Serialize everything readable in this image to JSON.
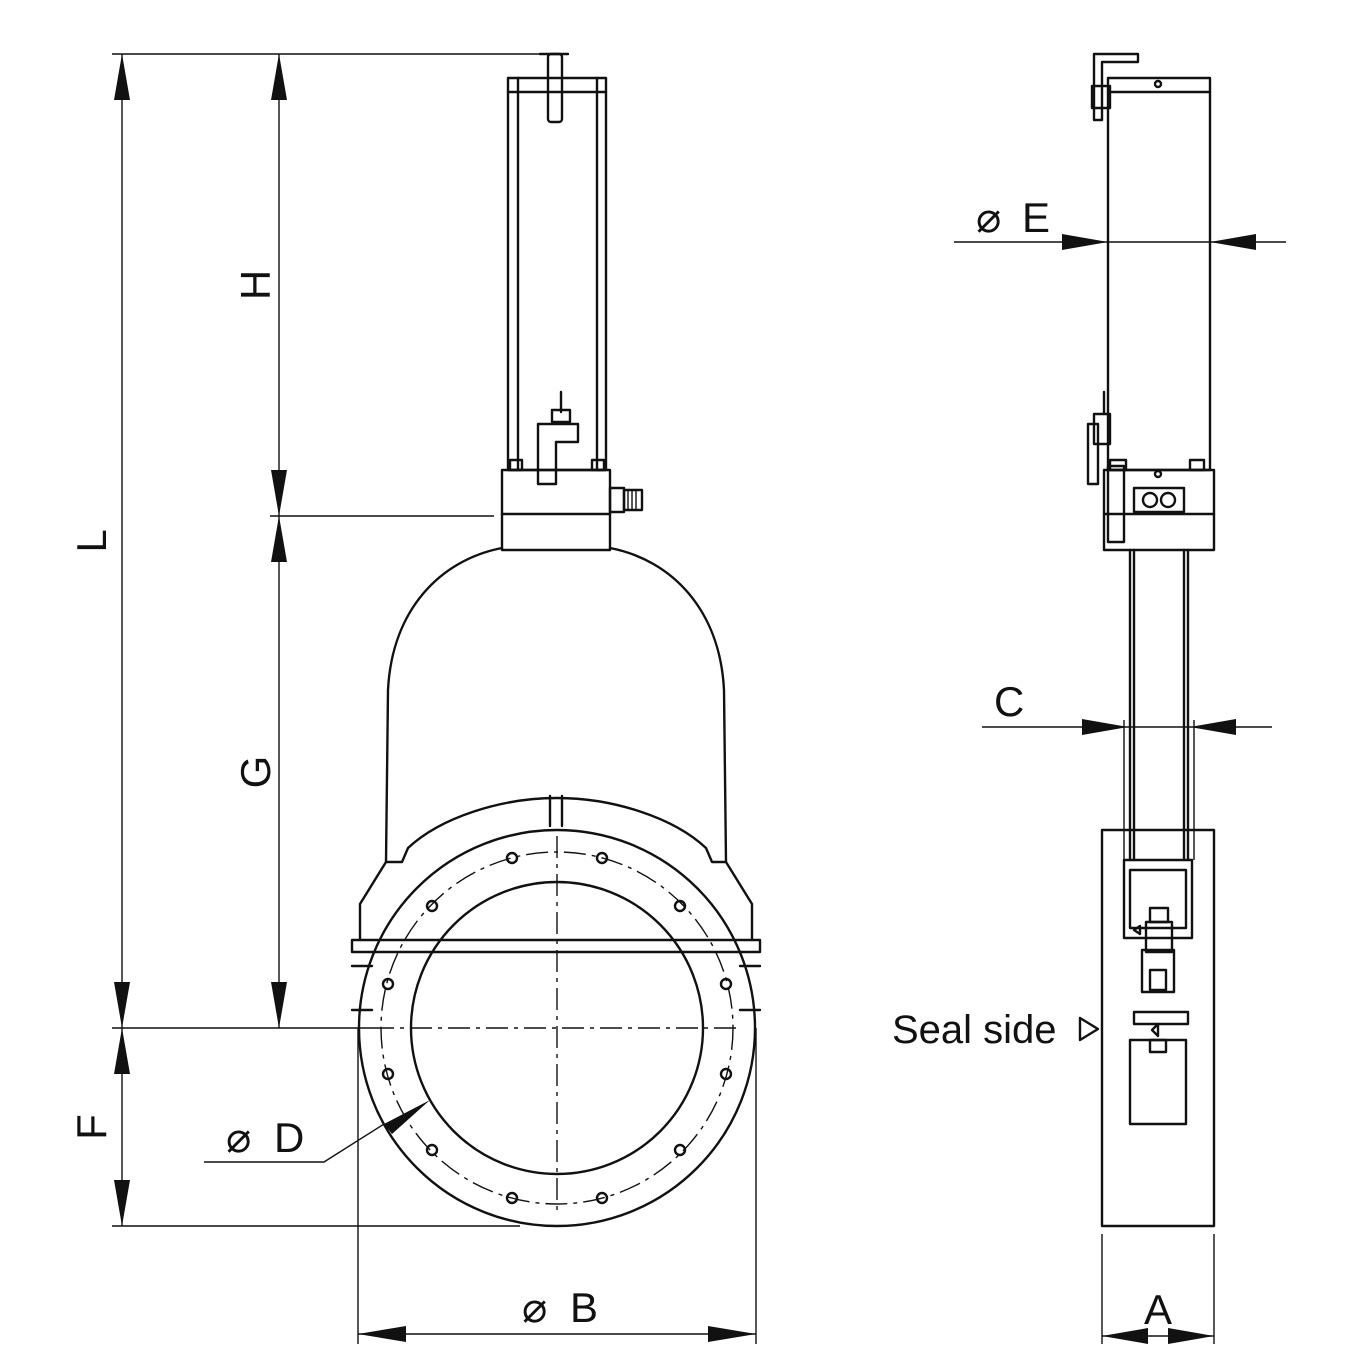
{
  "labels": {
    "L": "L",
    "H": "H",
    "G": "G",
    "F": "F",
    "D": "D",
    "B": "B",
    "E": "E",
    "C": "C",
    "A": "A",
    "diameter_symbol": "⌀",
    "seal_side": "Seal side"
  },
  "icons": {
    "seal_side_marker": "triangle-right-outline-icon",
    "diameter": "diameter-icon"
  }
}
